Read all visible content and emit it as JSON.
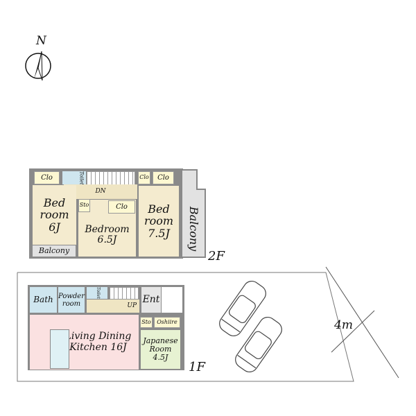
{
  "compass": {
    "label": "N"
  },
  "floor2": {
    "label": "2F",
    "rooms": {
      "clo1": "Clo",
      "toilet": "Toilet",
      "dn": "DN",
      "clo2": "Clo",
      "clo3": "Clo",
      "bed6": "Bed room 6J",
      "sto": "Sto",
      "clo4": "Clo",
      "bed65": "Bedroom 6.5J",
      "bed75": "Bed room 7.5J",
      "balcony_left": "Balcony",
      "balcony_right": "Balcony"
    }
  },
  "floor1": {
    "label": "1F",
    "rooms": {
      "bath": "Bath",
      "powder": "Powder room",
      "toilet": "Toilet",
      "up": "UP",
      "ent": "Ent",
      "ldk": "Living Dining Kitchen 16J",
      "sto": "Sto",
      "oshiire": "Oshiire",
      "japanese": "Japanese Room 4.5J"
    }
  },
  "road": {
    "width_label": "4m"
  }
}
